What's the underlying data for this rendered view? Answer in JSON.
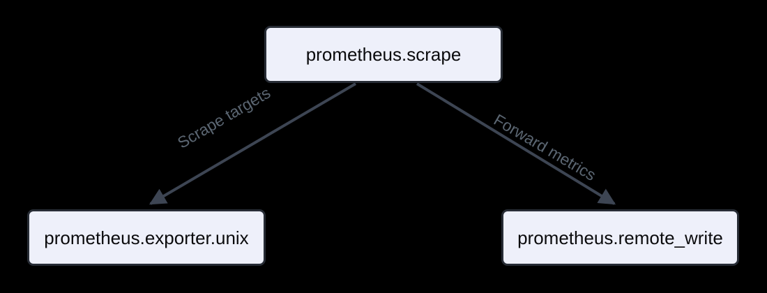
{
  "diagram": {
    "type": "flow-graph",
    "background_color": "#000000",
    "node_fill": "#eef0fa",
    "node_border_color": "#272c35",
    "node_text_color": "#0b0b0d",
    "edge_color": "#3d4553",
    "edge_label_color": "#5b6672",
    "nodes": [
      {
        "id": "scrape",
        "label": "prometheus.scrape"
      },
      {
        "id": "exporter",
        "label": "prometheus.exporter.unix"
      },
      {
        "id": "remote_write",
        "label": "prometheus.remote_write"
      }
    ],
    "edges": [
      {
        "from": "scrape",
        "to": "exporter",
        "label": "Scrape targets"
      },
      {
        "from": "scrape",
        "to": "remote_write",
        "label": "Forward metrics"
      }
    ]
  }
}
